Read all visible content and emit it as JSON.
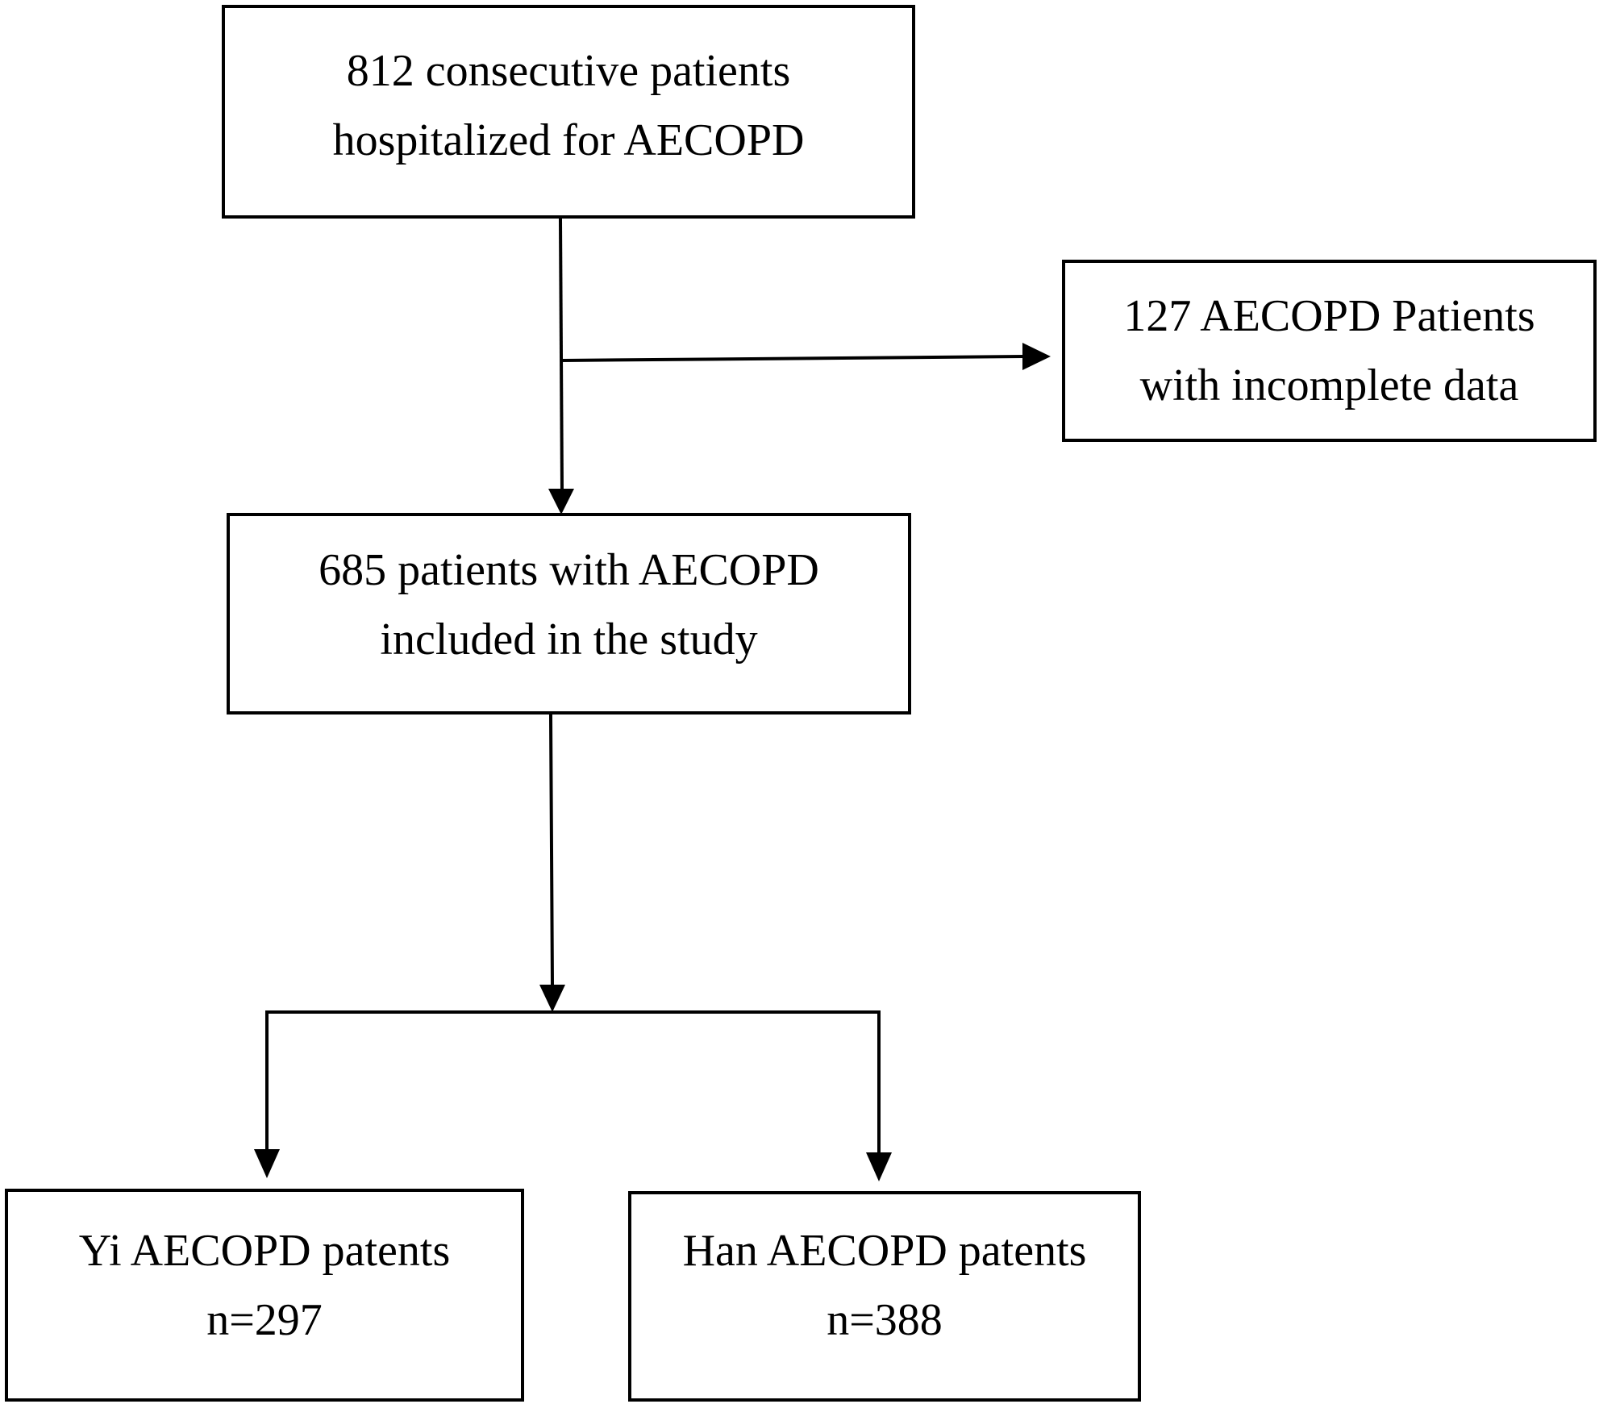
{
  "flowchart": {
    "total": {
      "line1": "812 consecutive patients",
      "line2": "hospitalized for AECOPD"
    },
    "excluded": {
      "line1": "127 AECOPD Patients",
      "line2": "with incomplete data"
    },
    "included": {
      "line1": "685 patients with AECOPD",
      "line2": "included in the study"
    },
    "yi": {
      "line1": "Yi AECOPD patents",
      "line2": "n=297"
    },
    "han": {
      "line1": "Han AECOPD patents",
      "line2": "n=388"
    }
  },
  "colors": {
    "stroke": "#000000",
    "background": "#ffffff"
  }
}
